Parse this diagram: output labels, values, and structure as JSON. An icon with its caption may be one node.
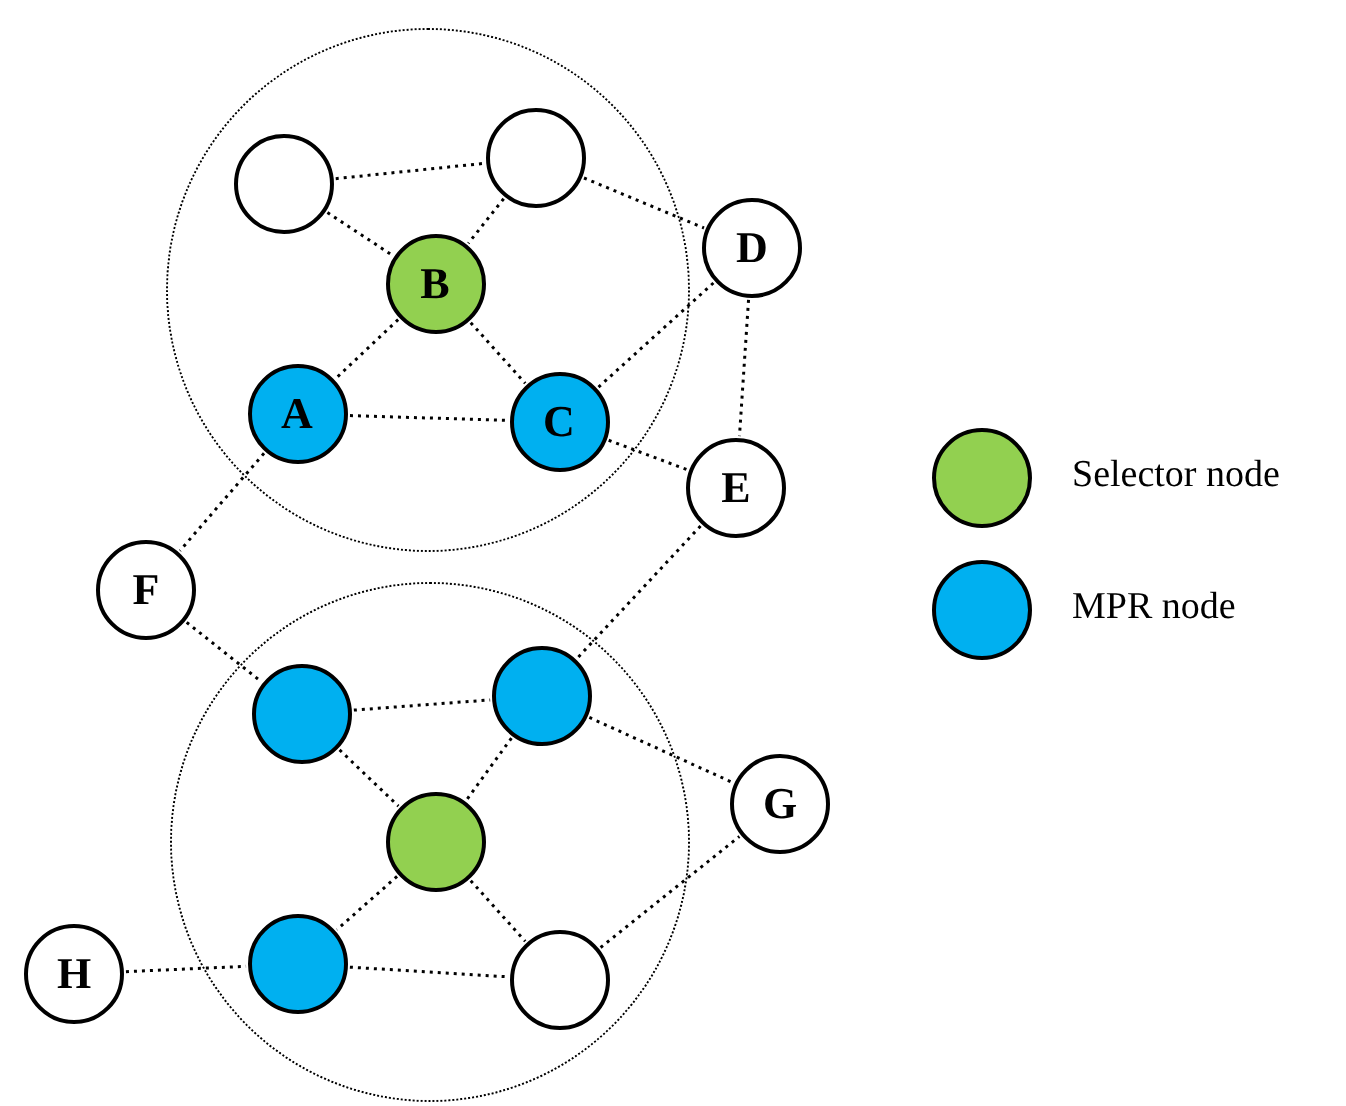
{
  "diagram": {
    "nodes": [
      {
        "text": [],
        "shape": "circle"
      },
      {
        "text": [],
        "shape": "circle",
        "in": 0
      },
      {
        "text": [],
        "shape": "circle",
        "in": 0
      },
      {
        "text": [
          "B"
        ],
        "in": 0
      },
      {
        "text": [
          "A"
        ],
        "in": 0
      },
      {
        "text": [
          "C"
        ],
        "in": 0
      },
      {
        "text": [
          "D"
        ]
      },
      {
        "text": [
          "E"
        ]
      },
      {
        "text": [
          "F"
        ]
      },
      {
        "text": [],
        "shape": "circle"
      },
      {
        "text": [],
        "shape": "circle",
        "in": 9
      },
      {
        "text": [],
        "shape": "circle",
        "in": 9
      },
      {
        "text": [],
        "shape": "circle",
        "in": 9
      },
      {
        "text": [
          "G"
        ]
      },
      {
        "text": [],
        "shape": "circle",
        "in": 9
      },
      {
        "text": [],
        "shape": "circle",
        "in": 9
      },
      {
        "text": [
          "H"
        ]
      }
    ],
    "edges": [
      {
        "from": 1,
        "to": 2,
        "arrow": "none"
      },
      {
        "from": 1,
        "to": 3,
        "arrow": "none"
      },
      {
        "from": 2,
        "to": 3,
        "arrow": "none"
      },
      {
        "from": 2,
        "to": 6,
        "arrow": "none"
      },
      {
        "from": 3,
        "to": 4,
        "arrow": "none"
      },
      {
        "from": 3,
        "to": 5,
        "arrow": "none"
      },
      {
        "from": 4,
        "to": 5,
        "arrow": "none"
      },
      {
        "from": 5,
        "to": 6,
        "arrow": "none"
      },
      {
        "from": 5,
        "to": 7,
        "arrow": "none"
      },
      {
        "from": 6,
        "to": 7,
        "arrow": "none"
      },
      {
        "from": 4,
        "to": 8,
        "arrow": "none"
      },
      {
        "from": 8,
        "to": 10,
        "arrow": "none"
      },
      {
        "from": 7,
        "to": 11,
        "arrow": "none"
      },
      {
        "from": 10,
        "to": 11,
        "arrow": "none"
      },
      {
        "from": 10,
        "to": 12,
        "arrow": "none"
      },
      {
        "from": 11,
        "to": 12,
        "arrow": "none"
      },
      {
        "from": 11,
        "to": 13,
        "arrow": "none"
      },
      {
        "from": 12,
        "to": 14,
        "arrow": "none"
      },
      {
        "from": 12,
        "to": 15,
        "arrow": "none"
      },
      {
        "from": 14,
        "to": 15,
        "arrow": "none"
      },
      {
        "from": 15,
        "to": 13,
        "arrow": "none"
      },
      {
        "from": 16,
        "to": 14,
        "arrow": "none"
      }
    ],
    "legend": [
      {
        "text": "Selector node",
        "color": "#92d050"
      },
      {
        "text": "MPR node",
        "color": "#00b0f0"
      }
    ]
  }
}
